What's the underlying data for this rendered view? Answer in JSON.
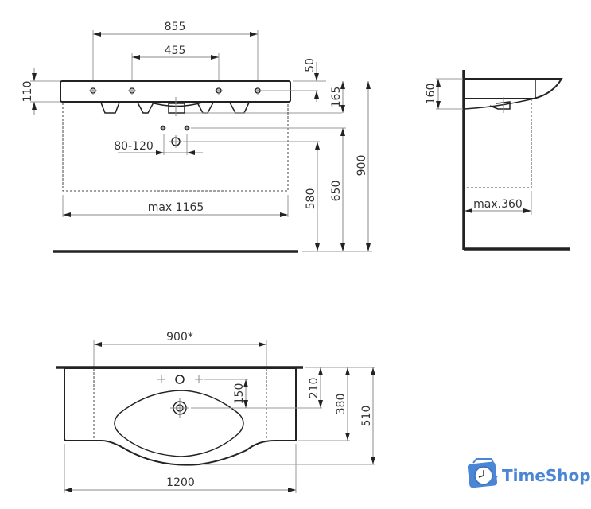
{
  "front_view": {
    "dims": {
      "outer_holes": "855",
      "inner_holes": "455",
      "top_height": "110",
      "top_offset": "50",
      "bottom_height": "165",
      "supply_spacing": "80-120",
      "max_width": "max 1165",
      "drain_height": "580",
      "supply_height": "650",
      "total_height": "900"
    }
  },
  "side_view": {
    "dims": {
      "thickness": "160",
      "max_depth": "max.360"
    }
  },
  "top_view": {
    "dims": {
      "bracket_spacing": "900*",
      "tap_to_drain": "150",
      "drain_depth": "210",
      "side_depth": "380",
      "total_depth": "510",
      "width": "1200"
    }
  },
  "logo": {
    "text": "TimeShop",
    "color": "#4a86d4"
  }
}
